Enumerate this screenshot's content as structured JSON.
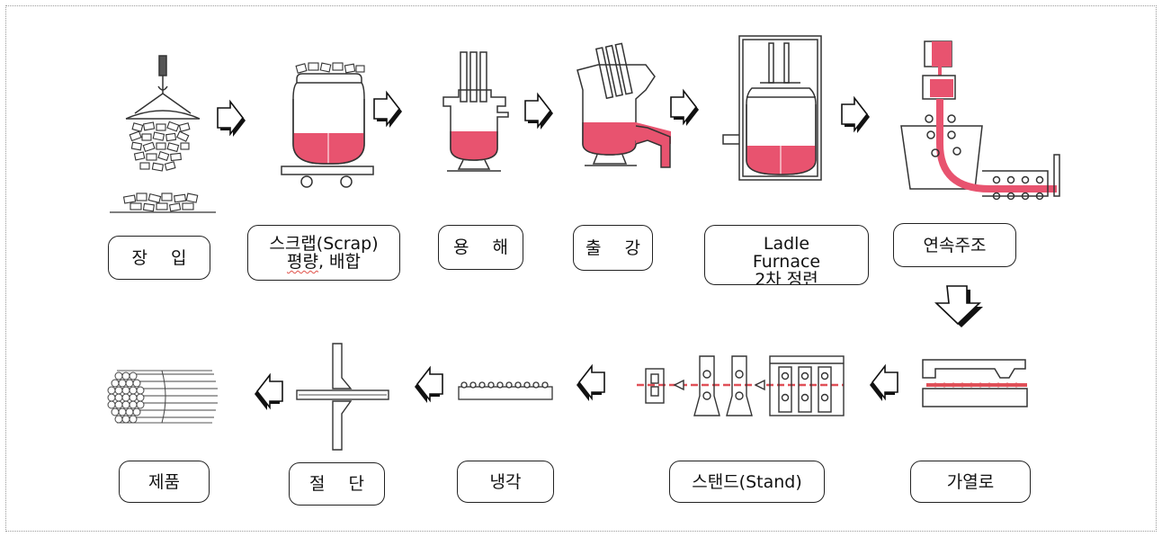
{
  "colors": {
    "molten": "#e8536f",
    "outline": "#333333",
    "bar": "#e05058",
    "arrow_shadow": "#111111"
  },
  "steps": [
    {
      "id": "charging",
      "label": "장 입",
      "icon": "scrap-crane-icon"
    },
    {
      "id": "scrap",
      "label_line1": "스크랩(Scrap)",
      "label_line2_a": "평량",
      "label_line2_b": ", 배합",
      "icon": "scrap-bucket-icon"
    },
    {
      "id": "melting",
      "label": "용 해",
      "icon": "electric-furnace-icon"
    },
    {
      "id": "tapping",
      "label": "출 강",
      "icon": "tapping-furnace-icon"
    },
    {
      "id": "ladle",
      "label_line1": "Ladle",
      "label_line2": "Furnace",
      "label_line3": "2차 정련",
      "icon": "ladle-furnace-icon"
    },
    {
      "id": "casting",
      "label": "연속주조",
      "icon": "continuous-caster-icon"
    },
    {
      "id": "reheating",
      "label": "가열로",
      "icon": "reheating-furnace-icon"
    },
    {
      "id": "stand",
      "label": "스탠드(Stand)",
      "icon": "rolling-stand-icon"
    },
    {
      "id": "cooling",
      "label": "냉각",
      "icon": "cooling-bed-icon"
    },
    {
      "id": "cutting",
      "label": "절 단",
      "icon": "shear-icon"
    },
    {
      "id": "product",
      "label": "제품",
      "icon": "bar-bundle-icon"
    }
  ]
}
